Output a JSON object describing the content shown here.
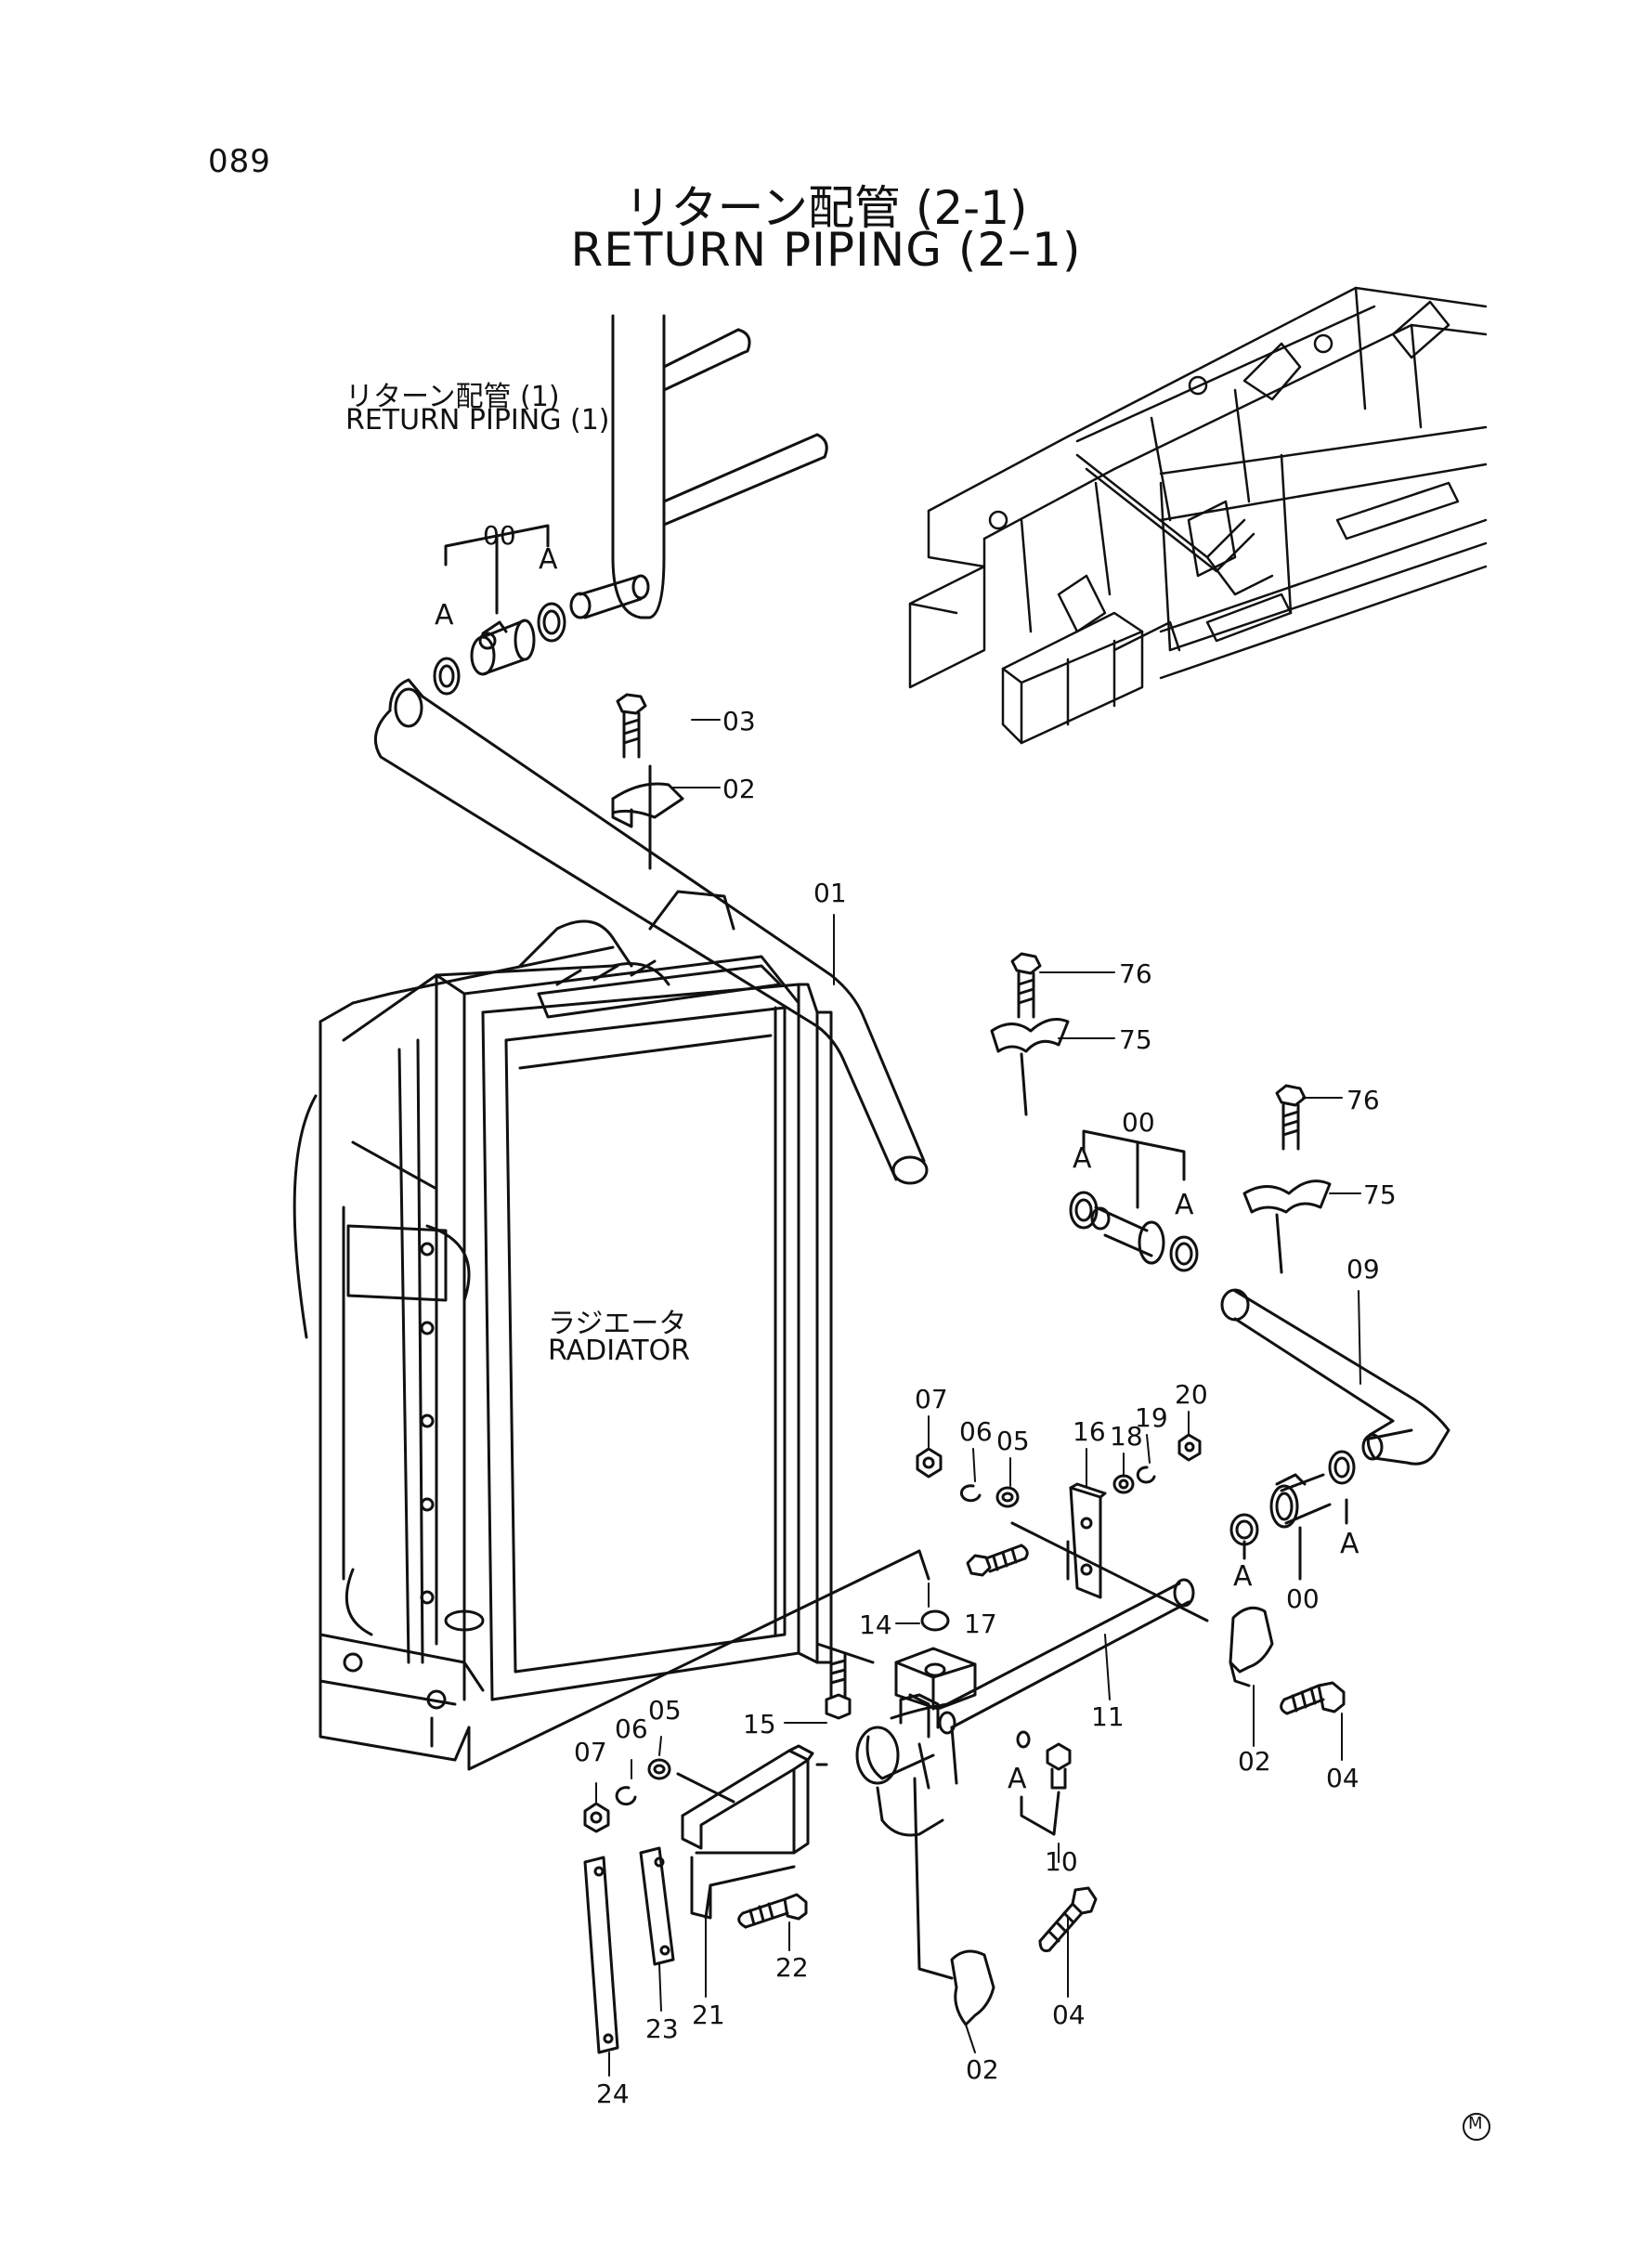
{
  "page_number": "089",
  "title_jp": "リターン配管 (2-1)",
  "title_en": "RETURN PIPING (2–1)",
  "ref_label_jp": "リターン配管 (1)",
  "ref_label_en": "RETURN PIPING (1)",
  "radiator_label_jp": "ラジエータ",
  "radiator_label_en": "RADIATOR",
  "corner_mark": "M",
  "callouts": [
    {
      "id": "c00a",
      "text": "00"
    },
    {
      "id": "cA1",
      "text": "A"
    },
    {
      "id": "cA2",
      "text": "A"
    },
    {
      "id": "c03",
      "text": "03"
    },
    {
      "id": "c02a",
      "text": "02"
    },
    {
      "id": "c01",
      "text": "01"
    },
    {
      "id": "c76a",
      "text": "76"
    },
    {
      "id": "c75a",
      "text": "75"
    },
    {
      "id": "c00b",
      "text": "00"
    },
    {
      "id": "cA3",
      "text": "A"
    },
    {
      "id": "cA4",
      "text": "A"
    },
    {
      "id": "c76b",
      "text": "76"
    },
    {
      "id": "c75b",
      "text": "75"
    },
    {
      "id": "c09",
      "text": "09"
    },
    {
      "id": "c07a",
      "text": "07"
    },
    {
      "id": "c06a",
      "text": "06"
    },
    {
      "id": "c05a",
      "text": "05"
    },
    {
      "id": "c16",
      "text": "16"
    },
    {
      "id": "c18",
      "text": "18"
    },
    {
      "id": "c19",
      "text": "19"
    },
    {
      "id": "c20",
      "text": "20"
    },
    {
      "id": "cA5",
      "text": "A"
    },
    {
      "id": "cA6",
      "text": "A"
    },
    {
      "id": "c00c",
      "text": "00"
    },
    {
      "id": "c17",
      "text": "17"
    },
    {
      "id": "c14",
      "text": "14"
    },
    {
      "id": "c11",
      "text": "11"
    },
    {
      "id": "c02b",
      "text": "02"
    },
    {
      "id": "c04a",
      "text": "04"
    },
    {
      "id": "c15",
      "text": "15"
    },
    {
      "id": "c07b",
      "text": "07"
    },
    {
      "id": "c06b",
      "text": "06"
    },
    {
      "id": "c05b",
      "text": "05"
    },
    {
      "id": "cA7",
      "text": "A"
    },
    {
      "id": "c10",
      "text": "10"
    },
    {
      "id": "c22",
      "text": "22"
    },
    {
      "id": "c04b",
      "text": "04"
    },
    {
      "id": "c21",
      "text": "21"
    },
    {
      "id": "c23",
      "text": "23"
    },
    {
      "id": "c24",
      "text": "24"
    },
    {
      "id": "c02c",
      "text": "02"
    }
  ]
}
